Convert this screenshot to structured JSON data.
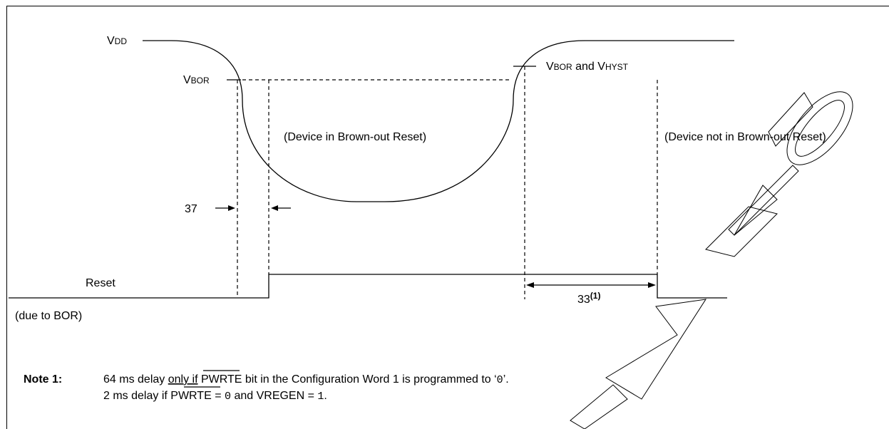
{
  "signals": {
    "vdd": {
      "main": "V",
      "sub": "DD"
    },
    "vbor": {
      "main": "V",
      "sub": "BOR"
    },
    "vbor_hyst": {
      "v1": "V",
      "s1": "BOR",
      "mid": " and ",
      "v2": "V",
      "s2": "HYST"
    },
    "reset": "Reset",
    "reset_note": "(due to BOR)"
  },
  "regions": {
    "in_reset": "(Device in Brown-out Reset)",
    "not_in_reset": "(Device not in Brown-out Reset)"
  },
  "timing": {
    "t37": "37",
    "t33": "33",
    "t33_note_ref": "(1)"
  },
  "note": {
    "label": "Note 1:",
    "line1_a": "64 ms delay ",
    "line1_b": "only if",
    "line1_c": " ",
    "line1_d": "PWRTE",
    "line1_e": " bit in the Configuration Word 1 is programmed to ‘",
    "line1_f": "0",
    "line1_g": "’.",
    "line2_a": "2 ms delay if ",
    "line2_b": "PWRTE",
    "line2_c": " = ",
    "line2_d": "0",
    "line2_e": " and VREGEN = ",
    "line2_f": "1",
    "line2_g": "."
  }
}
